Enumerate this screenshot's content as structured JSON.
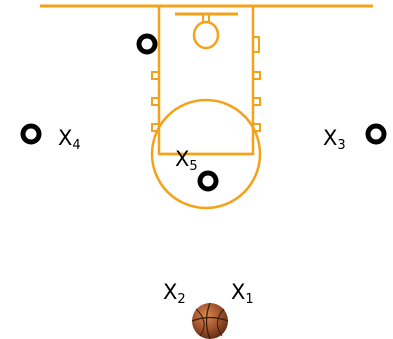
{
  "colors": {
    "court_lines": "#F5A21B",
    "player_marker": "#000000",
    "background": "#FFFFFF",
    "ball": "#A0522D"
  },
  "players": [
    {
      "id": "x1",
      "letter": "X",
      "number": "1"
    },
    {
      "id": "x2",
      "letter": "X",
      "number": "2"
    },
    {
      "id": "x3",
      "letter": "X",
      "number": "3"
    },
    {
      "id": "x4",
      "letter": "X",
      "number": "4"
    },
    {
      "id": "x5",
      "letter": "X",
      "number": "5"
    }
  ],
  "icons": {
    "player_marker": "ring-marker-icon",
    "ball": "basketball-icon"
  }
}
